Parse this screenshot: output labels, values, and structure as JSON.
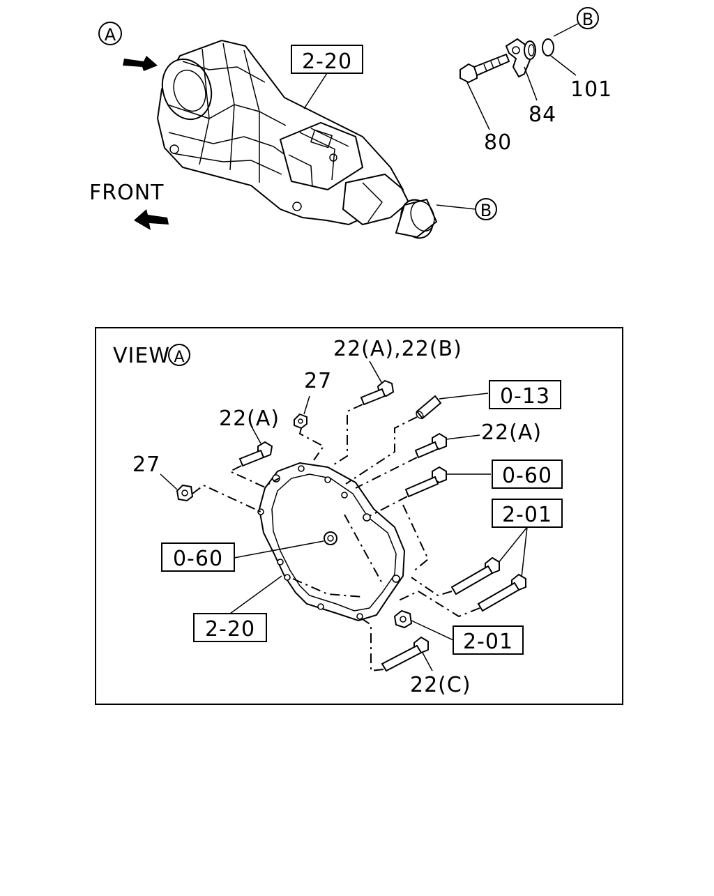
{
  "top": {
    "callout_a": "A",
    "callout_b_top": "B",
    "callout_b_side": "B",
    "front_label": "FRONT",
    "transmission_ref": "2-20",
    "part_80": "80",
    "part_84": "84",
    "part_101": "101"
  },
  "view": {
    "title": "VIEW",
    "title_circle": "A",
    "label_22ab": "22(A),22(B)",
    "label_27_upper": "27",
    "label_22a_left": "22(A)",
    "label_22a_right": "22(A)",
    "label_27_left": "27",
    "label_22c": "22(C)",
    "ref_013": "0-13",
    "ref_060_right": "0-60",
    "ref_060_left": "0-60",
    "ref_201_upper": "2-01",
    "ref_201_lower": "2-01",
    "ref_220": "2-20"
  }
}
